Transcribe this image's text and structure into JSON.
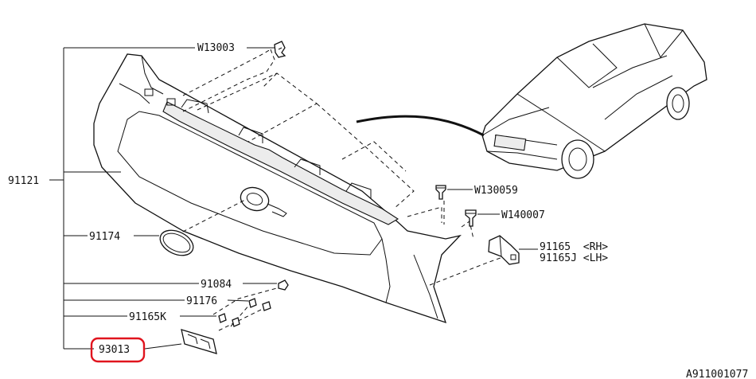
{
  "colors": {
    "ink": "#111111",
    "highlight": "#e0141e",
    "background": "#ffffff"
  },
  "labels": {
    "w13003": "W13003",
    "p91121": "91121",
    "w130059": "W130059",
    "w140007": "W140007",
    "p91174": "91174",
    "p91165_rh": "91165  <RH>",
    "p91165j_lh": "91165J <LH>",
    "p91084": "91084",
    "p91176": "91176",
    "p91165k": "91165K",
    "p93013": "93013"
  },
  "figure_id": "A911001077",
  "highlighted_part": "93013"
}
